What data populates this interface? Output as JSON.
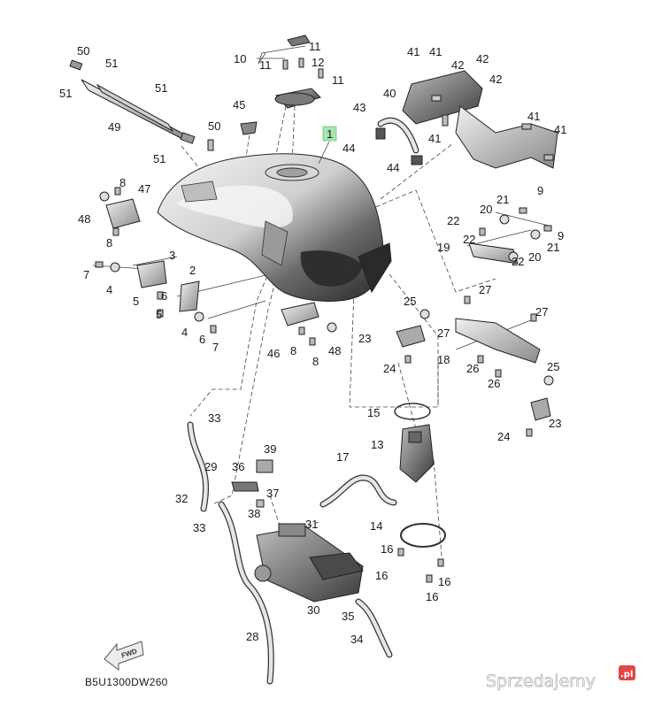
{
  "diagram_code": "B5U1300DW260",
  "fwd_label": "FWD",
  "highlight_label": "1",
  "watermark": {
    "text": "Sprzedajemy",
    "badge": ".pl"
  },
  "labels": [
    "2",
    "3",
    "4",
    "4",
    "5",
    "5",
    "6",
    "6",
    "7",
    "7",
    "8",
    "8",
    "8",
    "8",
    "9",
    "9",
    "10",
    "11",
    "11",
    "11",
    "12",
    "13",
    "14",
    "15",
    "16",
    "16",
    "16",
    "16",
    "17",
    "18",
    "19",
    "20",
    "20",
    "21",
    "21",
    "22",
    "22",
    "22",
    "23",
    "23",
    "24",
    "24",
    "25",
    "25",
    "26",
    "26",
    "27",
    "27",
    "27",
    "28",
    "29",
    "30",
    "31",
    "32",
    "33",
    "33",
    "34",
    "35",
    "36",
    "37",
    "38",
    "39",
    "40",
    "41",
    "41",
    "41",
    "41",
    "41",
    "42",
    "42",
    "42",
    "43",
    "44",
    "44",
    "45",
    "46",
    "47",
    "48",
    "48",
    "49",
    "50",
    "50",
    "51",
    "51",
    "51",
    "51"
  ],
  "colors": {
    "highlight": "#a8e6b0",
    "tank_dark": "#3a3a3a",
    "tank_light": "#e8e8e8"
  }
}
